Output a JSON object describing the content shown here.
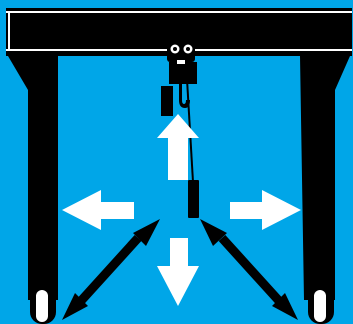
{
  "pictogram": {
    "icon": "gantry-crane-pendant-control-diagram-icon",
    "colors": {
      "background": "#00a6e8",
      "structure": "#000000",
      "arrows": "#ffffff",
      "diagonal_arrows": "#000000",
      "beam_highlight": "#ffffff"
    },
    "parts": {
      "beam": "gantry-beam",
      "legs": [
        "left-leg",
        "right-leg"
      ],
      "wheels": [
        "left-wheel",
        "right-wheel"
      ],
      "trolley": "hoist-trolley",
      "hook": "crane-hook",
      "pendant": "pendant-control"
    },
    "arrows": {
      "up": "hoist-up-arrow-icon",
      "down": "hoist-down-arrow-icon",
      "left": "travel-left-arrow-icon",
      "right": "travel-right-arrow-icon",
      "diagonal_left": "diagonal-left-double-arrow-icon",
      "diagonal_right": "diagonal-right-double-arrow-icon"
    }
  }
}
